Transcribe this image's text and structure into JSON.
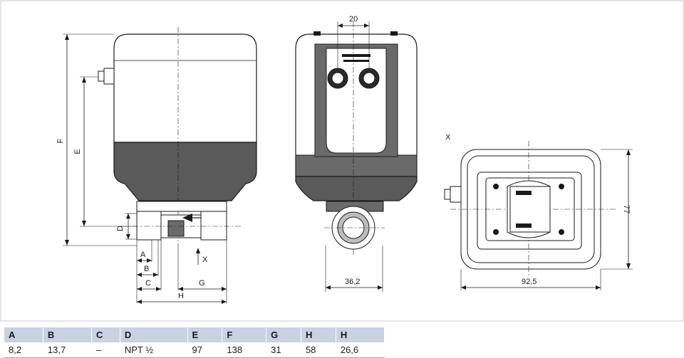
{
  "drawing": {
    "side_view": {
      "labels": {
        "F": "F",
        "E": "E",
        "D": "D",
        "A": "A",
        "B": "B",
        "C": "C",
        "G": "G",
        "H": "H",
        "X": "X"
      }
    },
    "front_view": {
      "dim_top": "20",
      "dim_bottom": "36,2"
    },
    "bottom_view": {
      "title": "X",
      "dim_width": "92,5",
      "dim_height": "77"
    }
  },
  "table": {
    "headers": [
      "A",
      "B",
      "C",
      "D",
      "E",
      "F",
      "G",
      "H",
      "H"
    ],
    "rows": [
      [
        "8,2",
        "13,7",
        "–",
        "NPT ½",
        "97",
        "138",
        "31",
        "58",
        "26,6"
      ]
    ]
  }
}
